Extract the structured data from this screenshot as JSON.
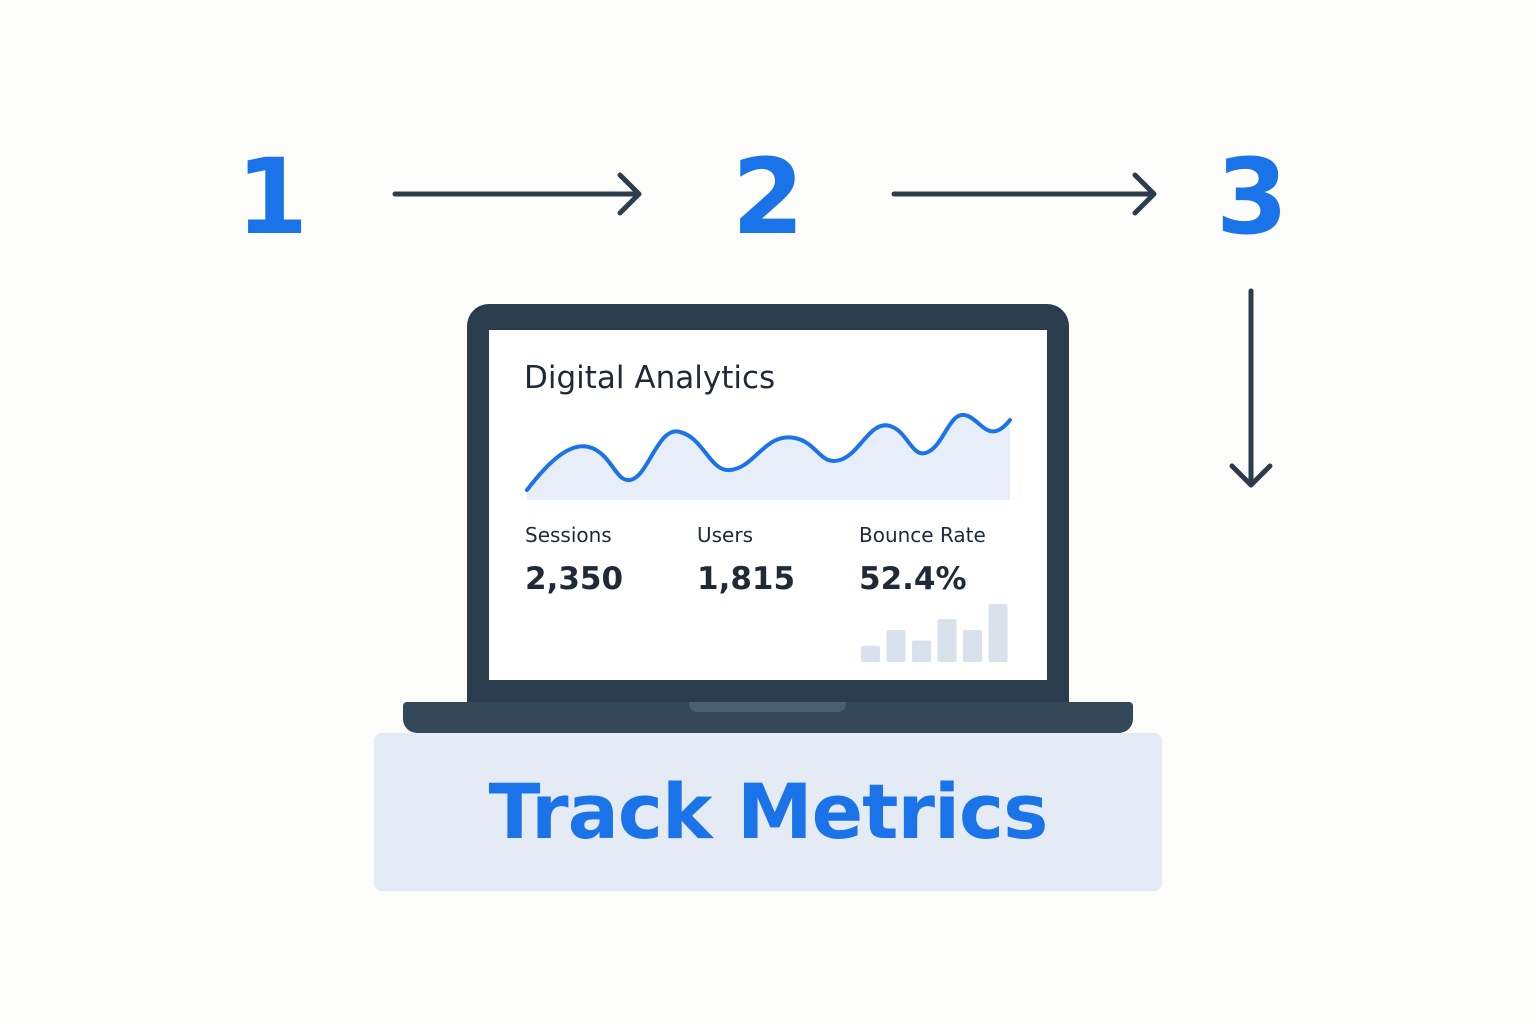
{
  "steps": [
    "1",
    "2",
    "3"
  ],
  "dashboard": {
    "title": "Digital Analytics",
    "metrics": [
      {
        "label": "Sessions",
        "value": "2,350"
      },
      {
        "label": "Users",
        "value": "1,815"
      },
      {
        "label": "Bounce Rate",
        "value": "52.4%"
      }
    ],
    "mini_bar_levels": [
      0.28,
      0.55,
      0.37,
      0.74,
      0.55,
      1.0
    ]
  },
  "banner": {
    "text": "Track Metrics"
  },
  "colors": {
    "accent": "#1a73e8",
    "dark": "#2b3d4d",
    "text": "#1f2a36",
    "area_fill": "#e8eef8",
    "banner_bg": "#e4ebf5",
    "mini_bar": "#d9e1ec"
  },
  "icons": {
    "step_connector": "arrow-right-icon",
    "down_connector": "arrow-down-icon"
  }
}
